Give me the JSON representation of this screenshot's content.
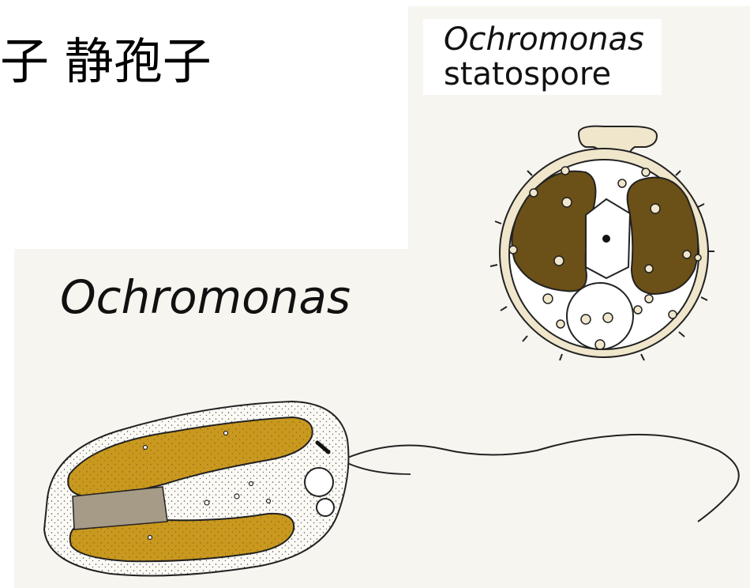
{
  "heading_text": "子 静孢子",
  "labels": {
    "statospore_line1": "Ochromonas",
    "statospore_line2": "statospore",
    "cell_name": "Ochromonas"
  },
  "colors": {
    "chloroplast_dark": "#6b5018",
    "chloroplast_gold": "#c4961e",
    "cyst_wall": "#efe6cc",
    "panel_bg": "#f7f5ef"
  }
}
